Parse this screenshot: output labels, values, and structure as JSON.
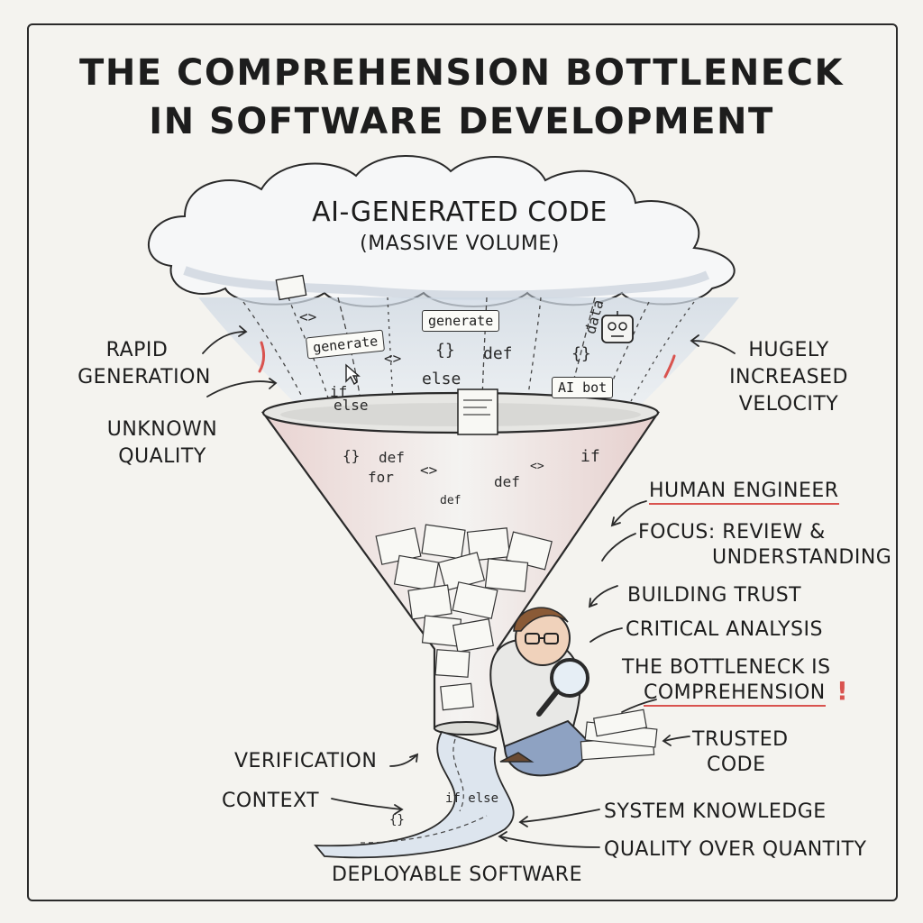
{
  "title": {
    "line1": "THE COMPREHENSION BOTTLENECK",
    "line2": "IN SOFTWARE DEVELOPMENT"
  },
  "cloud": {
    "label": "AI-GENERATED CODE",
    "sublabel": "(MASSIVE VOLUME)"
  },
  "code_fragments": {
    "generate_1": "generate",
    "generate_2": "generate",
    "ai_bot": "AI bot",
    "def_1": "def",
    "def_2": "def",
    "def_3": "def",
    "def_4": "def",
    "else_1": "else",
    "else_2": "else",
    "if_1": "if",
    "if_2": "if",
    "for_1": "for",
    "data": "data",
    "braces_1": "{}",
    "braces_2": "{}",
    "braces_3": "{}",
    "angle_1": "<>",
    "angle_2": "<>",
    "angle_3": "<>",
    "angle_4": "<>",
    "stream_if_else": "if else",
    "stream_braces": "{}"
  },
  "left_labels": {
    "rapid_generation_1": "RAPID",
    "rapid_generation_2": "GENERATION",
    "unknown_quality_1": "UNKNOWN",
    "unknown_quality_2": "QUALITY",
    "verification": "VERIFICATION",
    "context": "CONTEXT"
  },
  "right_labels": {
    "velocity_1": "HUGELY",
    "velocity_2": "INCREASED",
    "velocity_3": "VELOCITY",
    "human_engineer": "HUMAN ENGINEER",
    "focus_1": "FOCUS: REVIEW &",
    "focus_2": "UNDERSTANDING",
    "building_trust": "BUILDING TRUST",
    "critical_analysis": "CRITICAL ANALYSIS",
    "bottleneck_1": "THE BOTTLENECK IS",
    "bottleneck_2": "COMPREHENSION",
    "bottleneck_mark": "!",
    "trusted_1": "TRUSTED",
    "trusted_2": "CODE",
    "system_knowledge": "SYSTEM KNOWLEDGE",
    "quality_over_quantity": "QUALITY OVER QUANTITY"
  },
  "bottom_label": "DEPLOYABLE SOFTWARE",
  "colors": {
    "accent_red": "#d9534f",
    "ink": "#1d1d1d",
    "paper": "#f4f3ef",
    "cloud_shade": "#c9d3de",
    "funnel_tint": "#e7c9c6"
  },
  "icons": [
    "robot-icon",
    "magnifying-glass-icon",
    "cursor-icon",
    "document-icon"
  ]
}
